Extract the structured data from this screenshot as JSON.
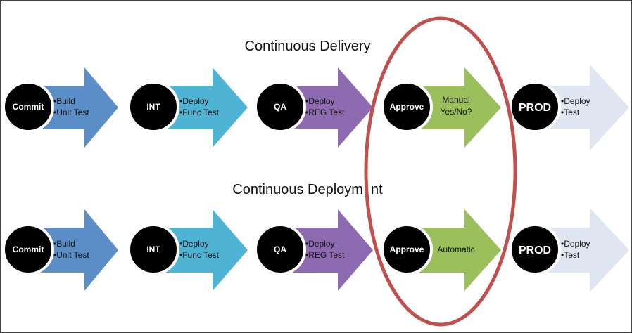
{
  "rows": [
    {
      "title": "Continuous Delivery",
      "stages": [
        {
          "label": "Commit",
          "bullets": [
            "•Build",
            "•Unit Test"
          ],
          "color": "#5b8ec7"
        },
        {
          "label": "INT",
          "bullets": [
            "•Deploy",
            "•Func Test"
          ],
          "color": "#4fb3d3"
        },
        {
          "label": "QA",
          "bullets": [
            "•Deploy",
            "•REG Test"
          ],
          "color": "#8e6bb0"
        },
        {
          "label": "Approve",
          "bullets": [
            "Manual",
            "Yes/No?"
          ],
          "color": "#9bbf5a"
        },
        {
          "label": "PROD",
          "bullets": [
            "•Deploy",
            "•Test"
          ],
          "color": "#dfe6f2"
        }
      ]
    },
    {
      "title": "Continuous Deploym  nt",
      "stages": [
        {
          "label": "Commit",
          "bullets": [
            "•Build",
            "•Unit Test"
          ],
          "color": "#5b8ec7"
        },
        {
          "label": "INT",
          "bullets": [
            "•Deploy",
            "•Func Test"
          ],
          "color": "#4fb3d3"
        },
        {
          "label": "QA",
          "bullets": [
            "•Deploy",
            "•REG Test"
          ],
          "color": "#8e6bb0"
        },
        {
          "label": "Approve",
          "bullets": [
            "Automatic"
          ],
          "color": "#9bbf5a"
        },
        {
          "label": "PROD",
          "bullets": [
            "•Deploy",
            "•Test"
          ],
          "color": "#dfe6f2"
        }
      ]
    }
  ],
  "highlight_color": "#c0504d",
  "circle_color": "#000000",
  "frame_color": "#444444"
}
